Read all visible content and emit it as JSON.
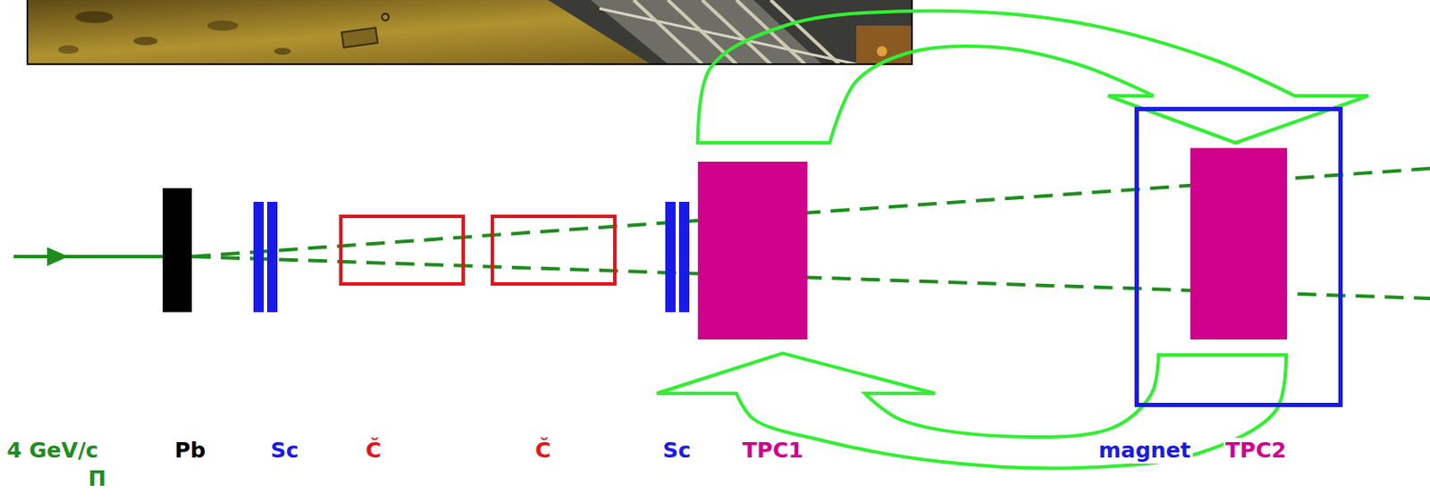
{
  "diagram": {
    "nodes": [
      {
        "text": [
          "Pb"
        ]
      },
      {
        "text": [
          "Sc"
        ]
      },
      {
        "text": [
          "Č"
        ]
      },
      {
        "text": [
          "Č"
        ]
      },
      {
        "text": [
          "Sc"
        ]
      },
      {
        "text": [
          "TPC1"
        ]
      },
      {
        "text": [
          "magnet"
        ]
      },
      {
        "text": [
          "TPC2"
        ],
        "in": 6
      }
    ],
    "edges": [
      {
        "from": 5,
        "to": 6,
        "arrow": "to"
      },
      {
        "from": 6,
        "to": 5,
        "arrow": "to"
      }
    ],
    "labels": [
      "4 GeV/c",
      "Π"
    ]
  }
}
